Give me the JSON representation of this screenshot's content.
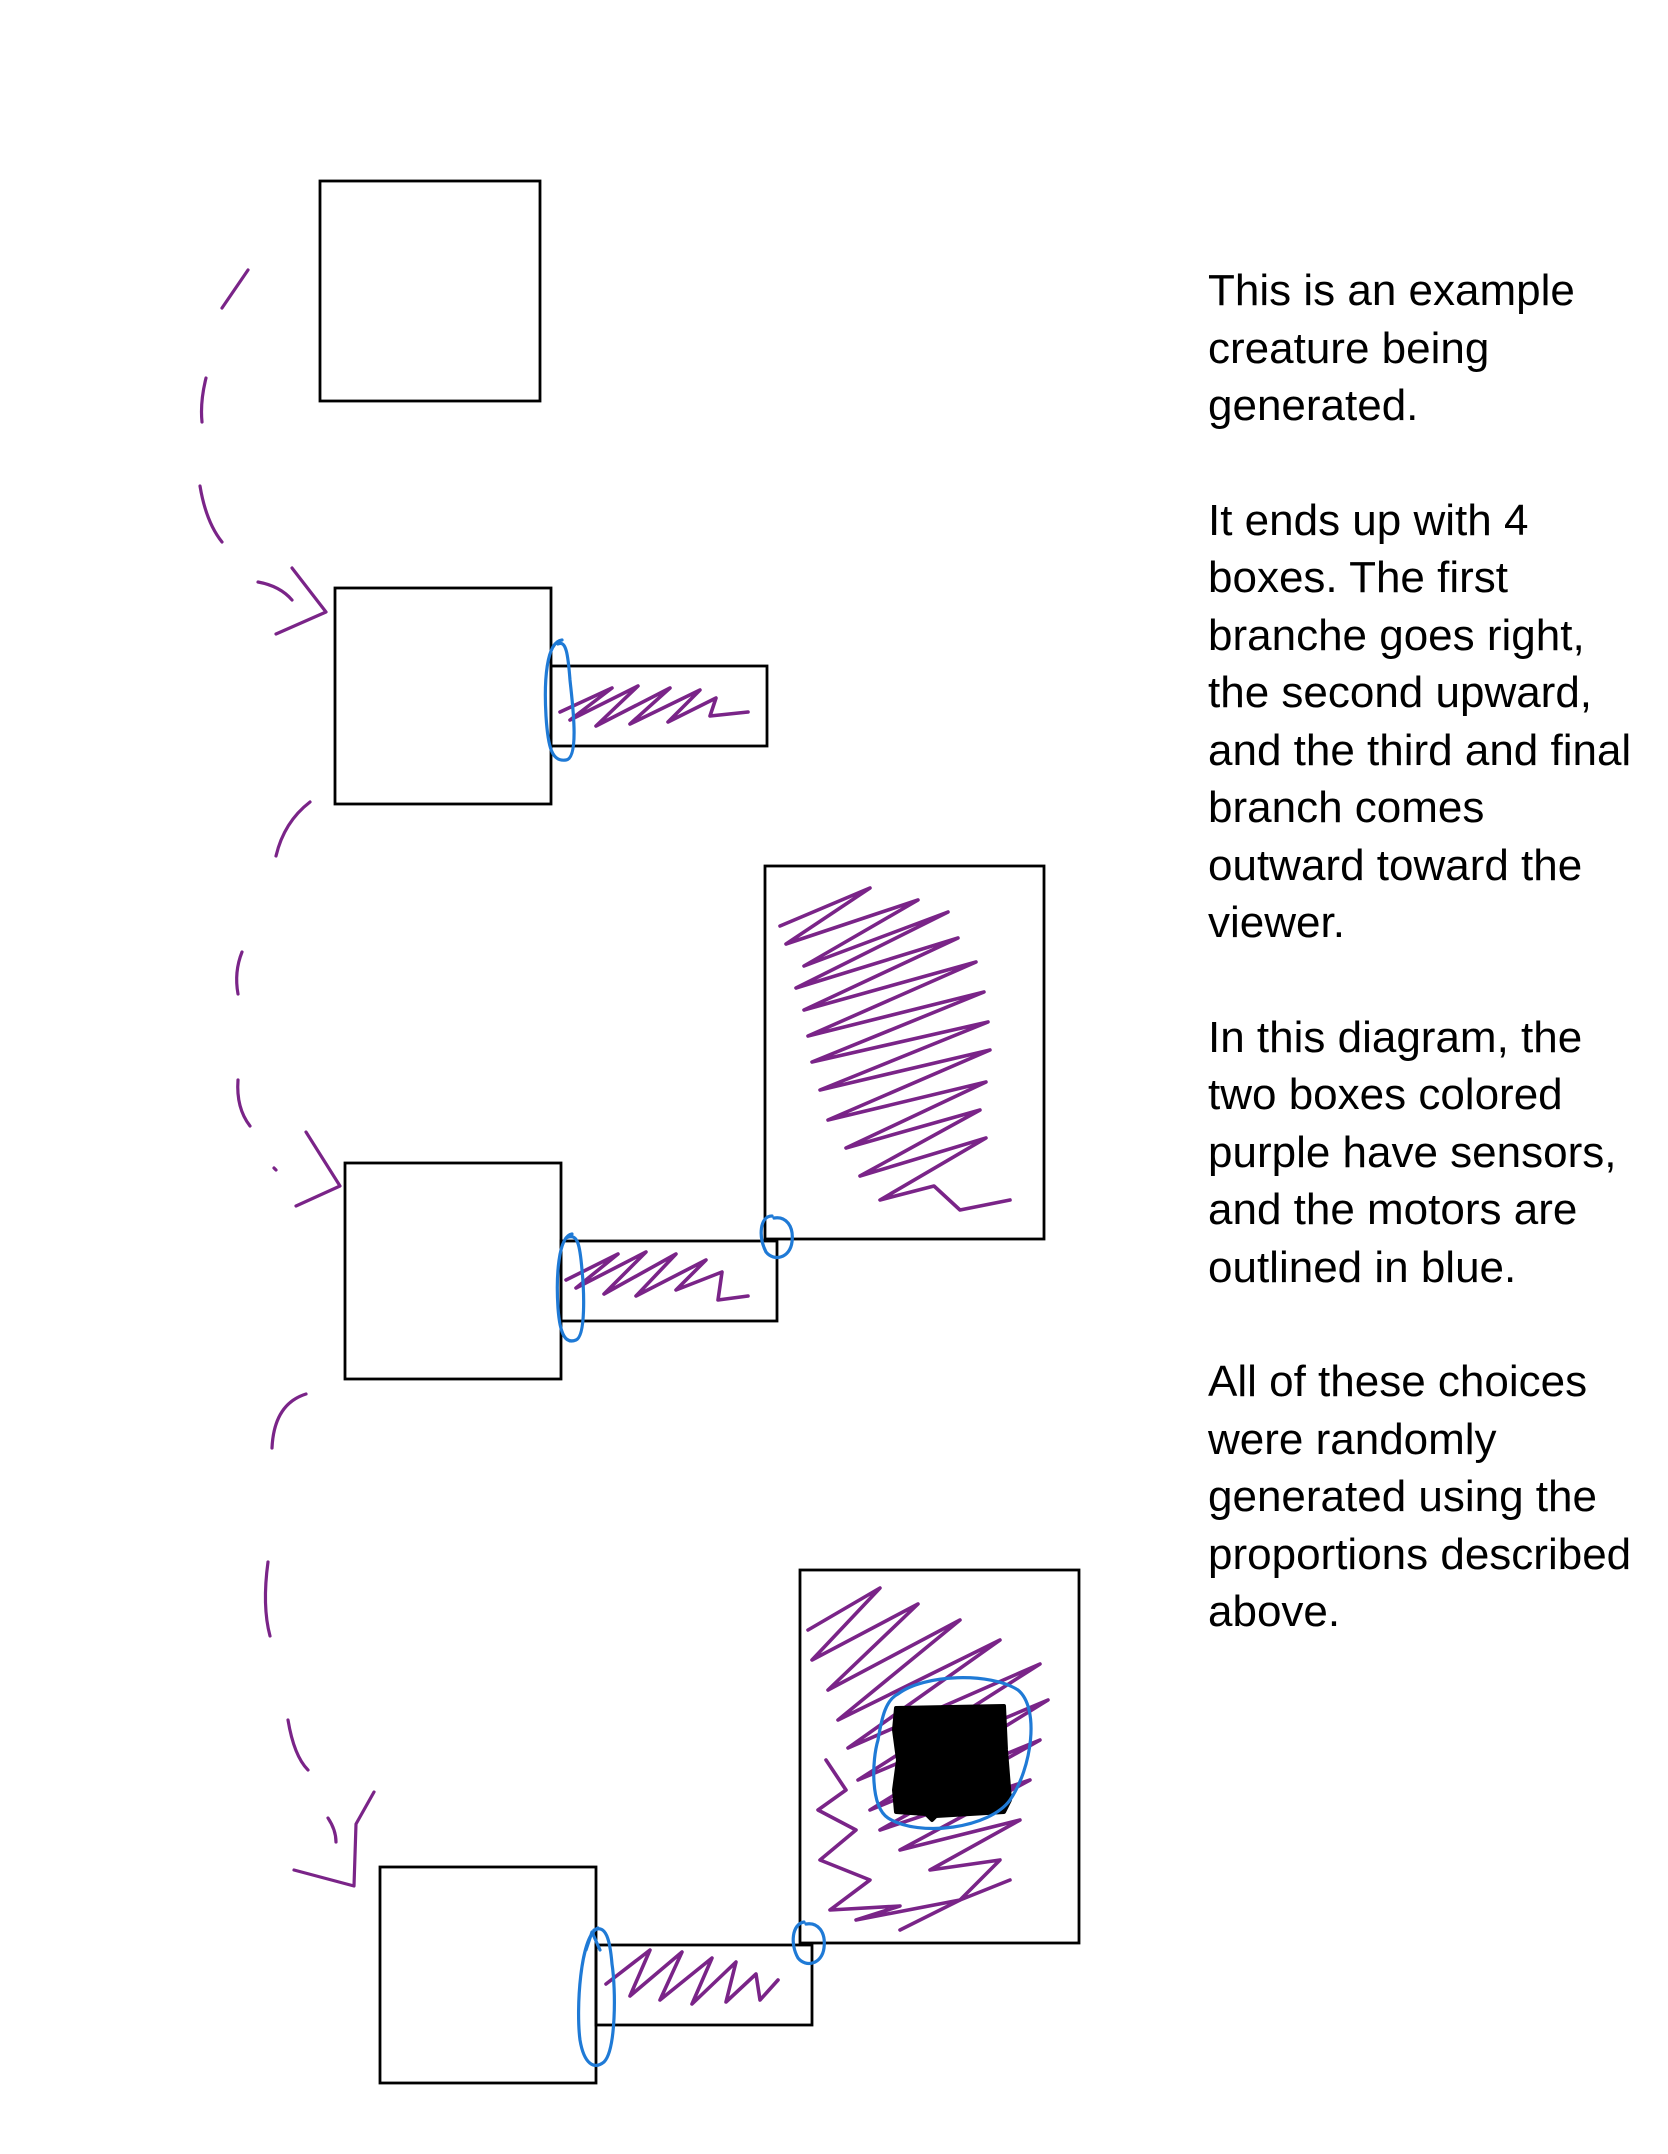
{
  "caption": {
    "paragraphs": [
      "This is an example creature being generated.",
      "It ends up with 4 boxes. The first branche goes right, the second upward, and the third and final branch comes outward toward the viewer.",
      "In this diagram, the two boxes colored purple have sensors, and the motors are outlined in blue.",
      "All of these choices were randomly generated using the proportions described above."
    ]
  },
  "colors": {
    "outline": "#000000",
    "sensor_purple": "#7a2488",
    "motor_blue": "#1f7ad6",
    "background": "#ffffff"
  }
}
